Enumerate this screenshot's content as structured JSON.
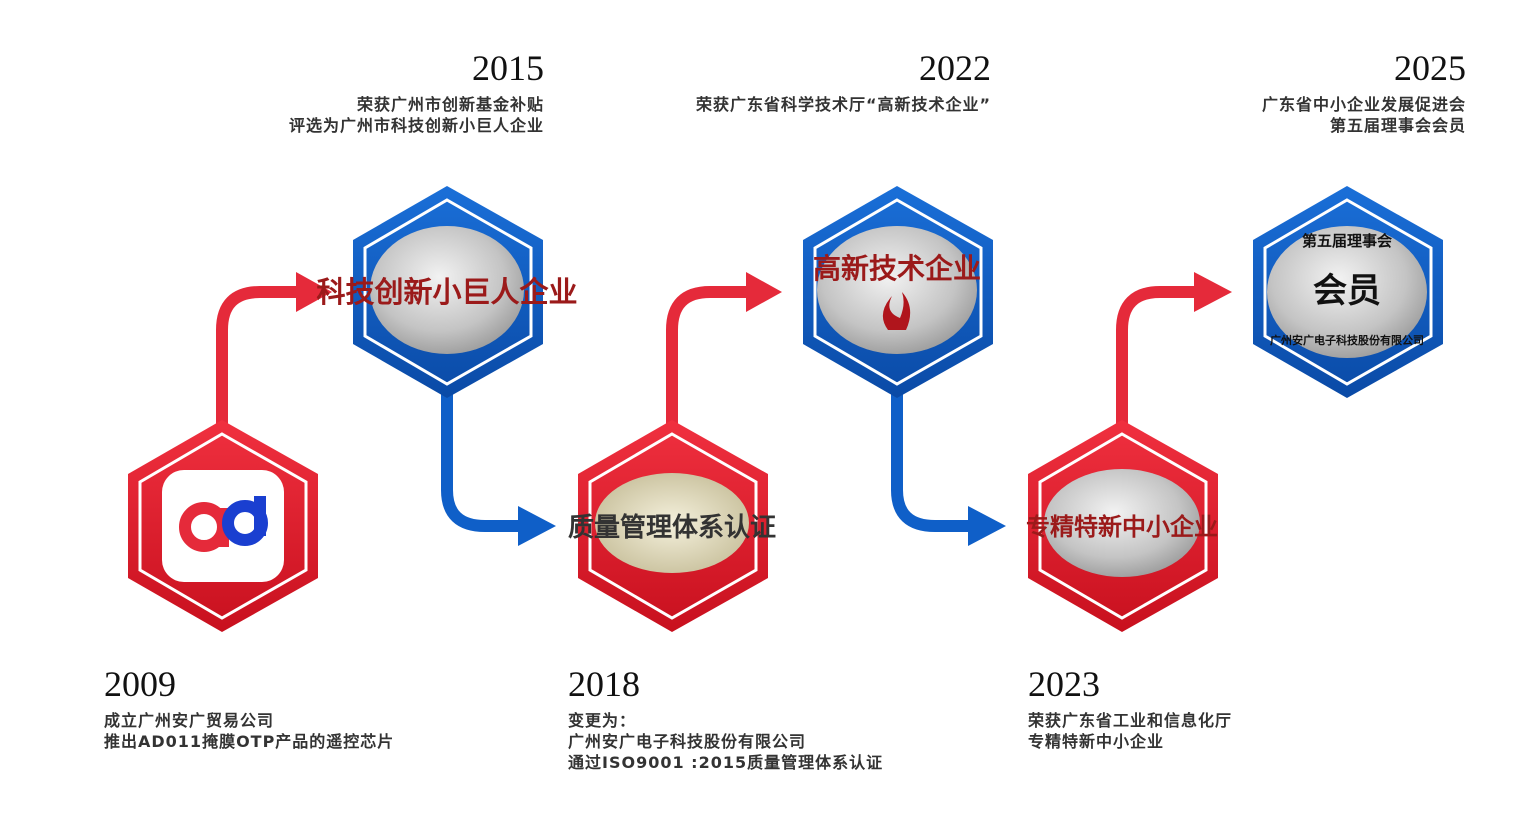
{
  "colors": {
    "red": "#e52a3a",
    "red_dark": "#b8121f",
    "blue": "#0f5fc8",
    "blue_dark": "#0a4aa6",
    "plate": "#c9c9c9",
    "plate_text": "#9b1a1a"
  },
  "milestones": [
    {
      "year": "2009",
      "lines": [
        "成立广州安广贸易公司",
        "推出AD011掩膜OTP产品的遥控芯片"
      ],
      "badge": "ad logo",
      "logo_text": "ad"
    },
    {
      "year": "2015",
      "lines": [
        "荣获广州市创新基金补贴",
        "评选为广州市科技创新小巨人企业"
      ],
      "badge": "科技创新小巨人企业"
    },
    {
      "year": "2018",
      "lines": [
        "变更为：",
        "广州安广电子科技股份有限公司",
        "通过ISO9001 :2015质量管理体系认证"
      ],
      "badge": "质量管理体系认证"
    },
    {
      "year": "2022",
      "lines": [
        "荣获广东省科学技术厅“高新技术企业”"
      ],
      "badge": "高新技术企业"
    },
    {
      "year": "2023",
      "lines": [
        "荣获广东省工业和信息化厅",
        "专精特新中小企业"
      ],
      "badge": "专精特新中小企业"
    },
    {
      "year": "2025",
      "lines": [
        "广东省中小企业发展促进会",
        "第五届理事会会员"
      ],
      "badge": "会员",
      "badge_top": "第五届理事会",
      "badge_bottom": "广州安广电子科技股份有限公司"
    }
  ]
}
